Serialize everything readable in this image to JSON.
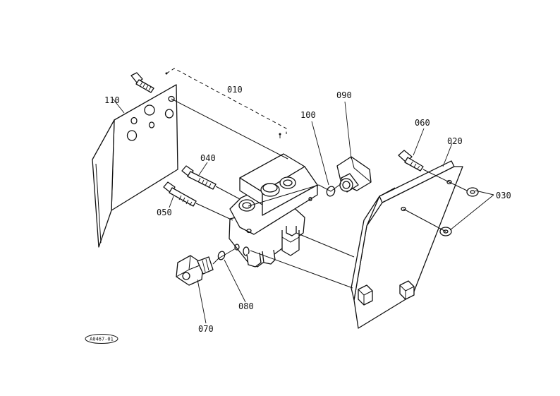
{
  "callouts": {
    "c010": "010",
    "c020": "020",
    "c030": "030",
    "c040": "040",
    "c050": "050",
    "c060": "060",
    "c070": "070",
    "c080": "080",
    "c090": "090",
    "c100": "100",
    "c110": "110"
  },
  "drawing_code": "A0467-01"
}
